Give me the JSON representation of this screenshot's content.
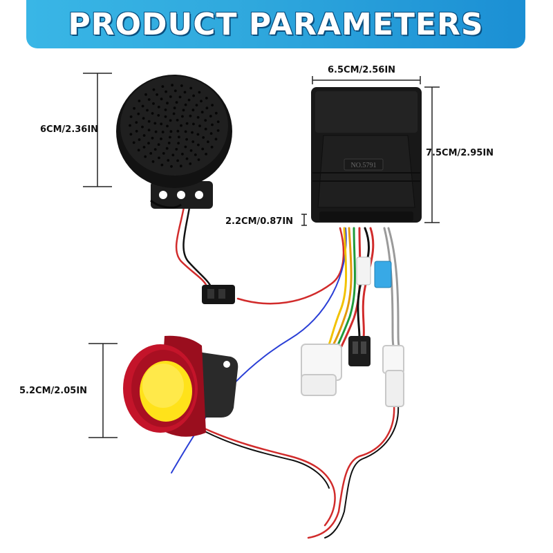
{
  "header": {
    "title": "PRODUCT PARAMETERS"
  },
  "dimensions": {
    "speaker_height": "6CM/2.36IN",
    "box_width": "6.5CM/2.56IN",
    "box_height": "7.5CM/2.95IN",
    "box_depth": "2.2CM/0.87IN",
    "horn_height": "5.2CM/2.05IN"
  },
  "product": {
    "model_label": "NO.5791"
  },
  "colors": {
    "banner": "#2fa8dd",
    "horn_body": "#c4142a",
    "horn_cone": "#ffe21a"
  }
}
